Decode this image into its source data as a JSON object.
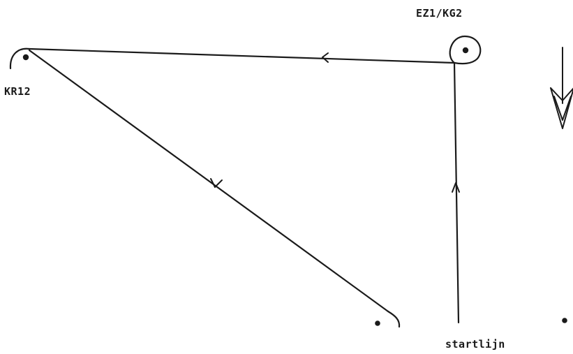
{
  "labels": {
    "mark_top_right": "EZ1/KG2",
    "mark_left": "KR12",
    "start_line": "startlijn"
  },
  "style": {
    "ink_color": "#1a1a1a",
    "background": "#ffffff"
  },
  "icons": {
    "direction_indicator": "down-arrow-icon"
  }
}
